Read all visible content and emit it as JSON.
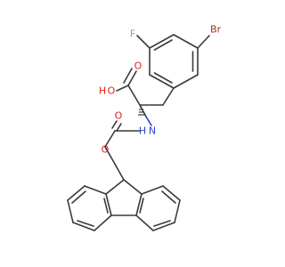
{
  "atoms": {
    "fluorine": "F",
    "bromine": "Br",
    "hydroxyl_oxygen": "O",
    "hydroxyl_hydrogen": "H",
    "acid_carbonyl_oxygen": "O",
    "amide_nitrogen": "N",
    "amide_hydrogen": "H",
    "carbamate_carbonyl_oxygen": "O",
    "carbamate_ester_oxygen": "O"
  },
  "colors": {
    "bond": "#3a3a3a",
    "oxygen": "#e0241b",
    "nitrogen": "#2b3fd6",
    "fluorine": "#7ab648",
    "bromine": "#a2331f",
    "carbon_text": "#3a3a3a"
  }
}
